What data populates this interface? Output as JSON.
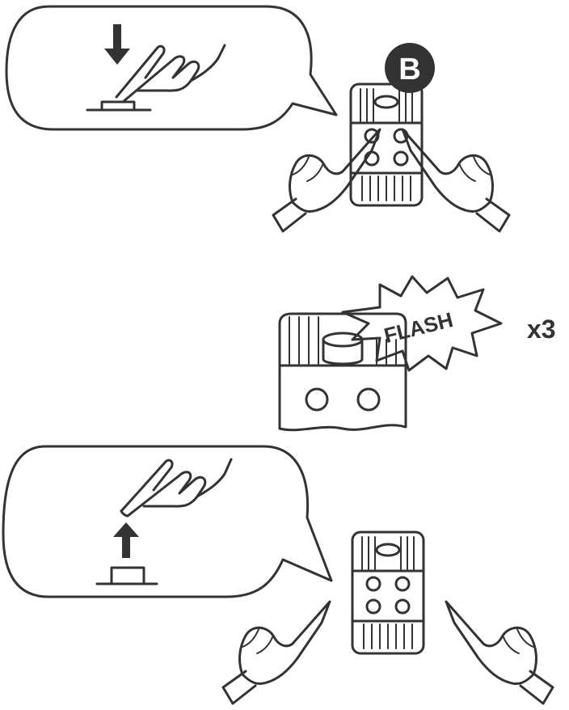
{
  "step1": {
    "badge_letter": "B"
  },
  "step2": {
    "flash_label": "FLASH",
    "repeat_label": "x3"
  },
  "colors": {
    "ink": "#333333",
    "badge": "#333333",
    "background": "#ffffff"
  },
  "icons": [
    "press-down-arrow-icon",
    "finger-press-icon",
    "button-pressed-icon",
    "device-icon",
    "hand-icon",
    "flash-burst-icon",
    "release-up-arrow-icon",
    "button-released-icon"
  ]
}
